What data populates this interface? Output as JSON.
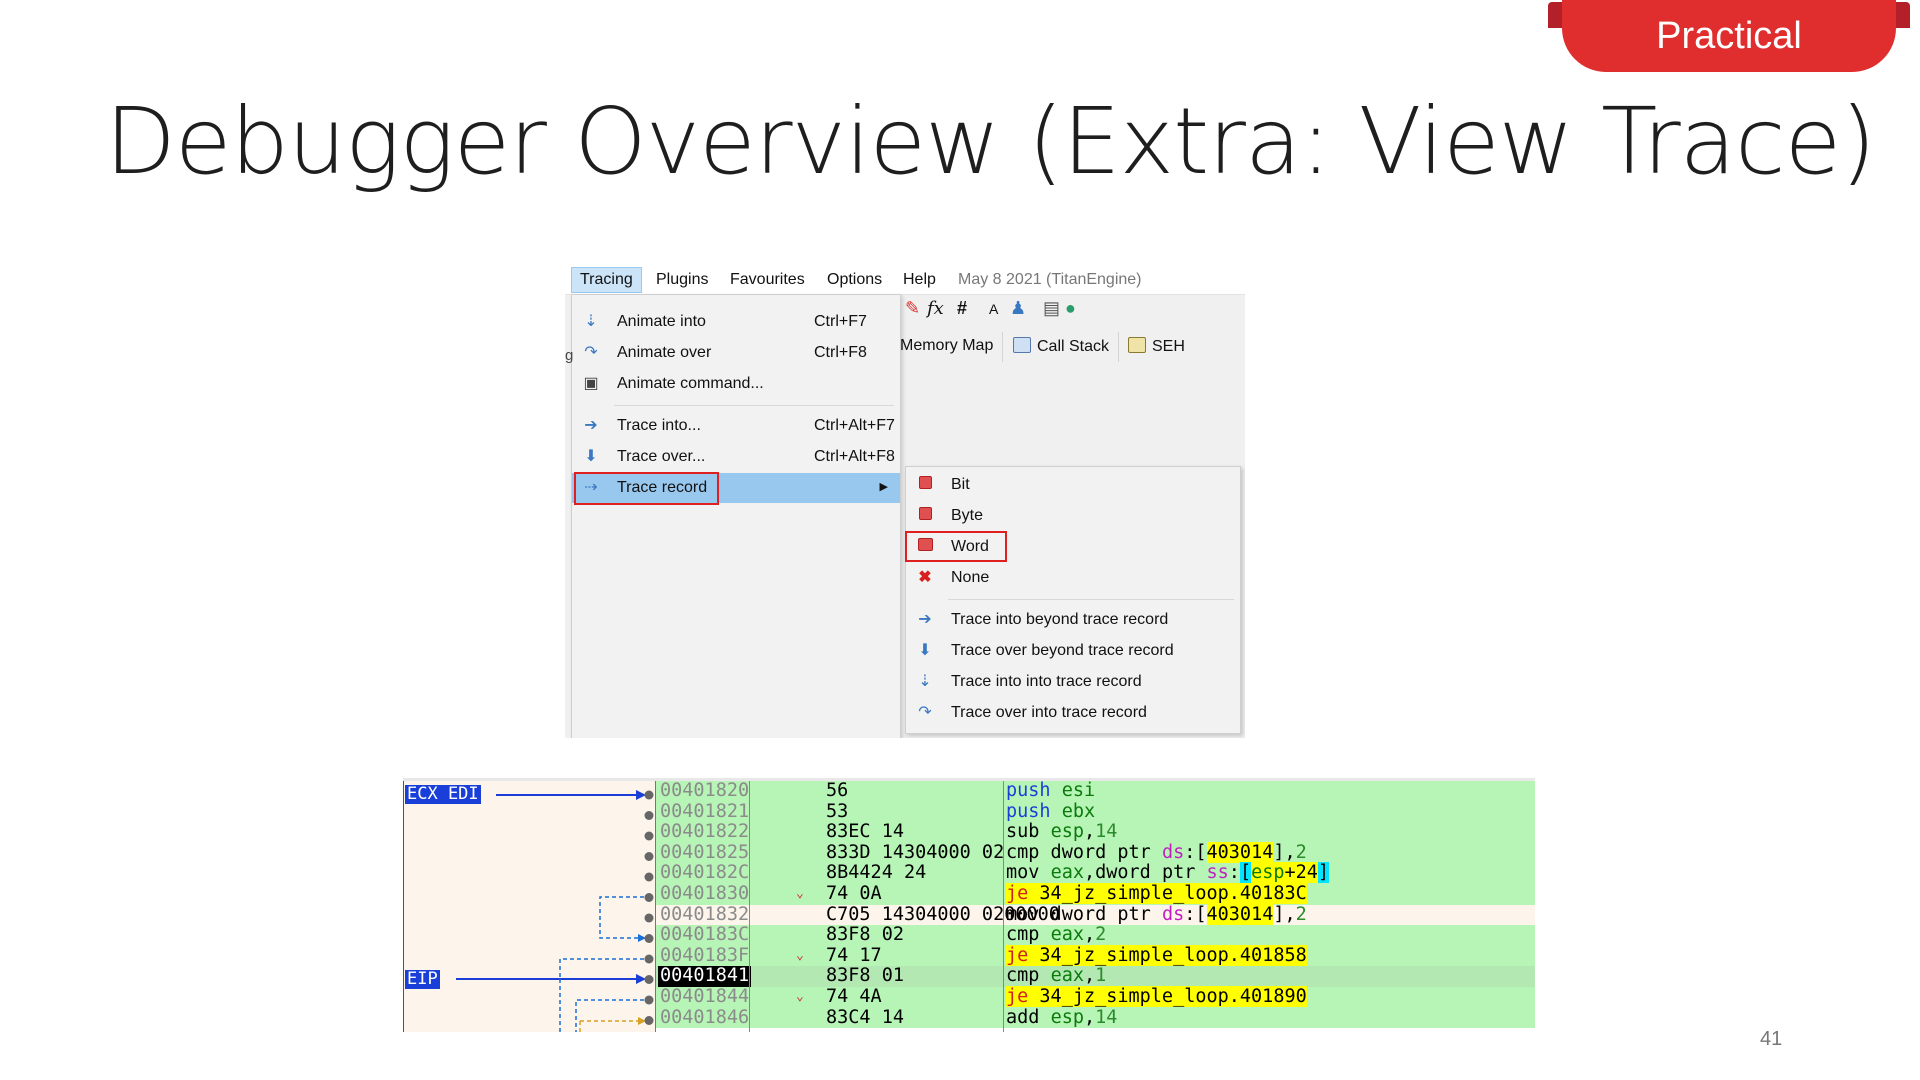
{
  "slide": {
    "badge": "Practical",
    "title": "Debugger Overview (Extra: View Trace)",
    "page_number": "41"
  },
  "debugger_menu": {
    "menubar": [
      {
        "label": "Tracing",
        "active": true
      },
      {
        "label": "Plugins"
      },
      {
        "label": "Favourites"
      },
      {
        "label": "Options"
      },
      {
        "label": "Help"
      }
    ],
    "build_info": "May 8 2021 (TitanEngine)",
    "toolbar_icons": [
      "bookmark-icon",
      "fx-icon",
      "hash-icon",
      "font-icon",
      "user-icon",
      "calculator-icon",
      "globe-icon"
    ],
    "toolbar_glyphs": {
      "fx": "fx",
      "hash": "#",
      "font": "A",
      "calc": "▤",
      "globe": "●"
    },
    "tabs": [
      {
        "label": "Memory Map",
        "icon": "memory-map-icon"
      },
      {
        "label": "Call Stack",
        "icon": "call-stack-icon"
      },
      {
        "label": "SEH",
        "icon": "seh-icon"
      }
    ],
    "tracing_menu": [
      {
        "label": "Animate into",
        "shortcut": "Ctrl+F7",
        "icon": "animate-into-icon"
      },
      {
        "label": "Animate over",
        "shortcut": "Ctrl+F8",
        "icon": "animate-over-icon"
      },
      {
        "label": "Animate command...",
        "shortcut": "",
        "icon": "animate-command-icon"
      },
      {
        "label": "Trace into...",
        "shortcut": "Ctrl+Alt+F7",
        "icon": "trace-into-icon"
      },
      {
        "label": "Trace over...",
        "shortcut": "Ctrl+Alt+F8",
        "icon": "trace-over-icon"
      },
      {
        "label": "Trace record",
        "shortcut": "",
        "icon": "trace-record-icon",
        "highlighted": true
      }
    ],
    "trace_record_submenu": [
      {
        "label": "Bit",
        "icon": "bit-icon"
      },
      {
        "label": "Byte",
        "icon": "byte-icon"
      },
      {
        "label": "Word",
        "icon": "word-icon",
        "boxed": true
      },
      {
        "label": "None",
        "icon": "none-icon"
      },
      {
        "label": "Trace into beyond trace record",
        "icon": "trace-into-beyond-icon"
      },
      {
        "label": "Trace over beyond trace record",
        "icon": "trace-over-beyond-icon"
      },
      {
        "label": "Trace into into trace record",
        "icon": "trace-into-into-icon"
      },
      {
        "label": "Trace over into trace record",
        "icon": "trace-over-into-icon"
      }
    ]
  },
  "disassembly": {
    "register_labels": [
      {
        "text": "ECX EDI",
        "row": 0
      },
      {
        "text": "EIP",
        "row": 9
      }
    ],
    "rows": [
      {
        "addr": "00401820",
        "bytes": "56",
        "asm": "push esi",
        "bg": "green"
      },
      {
        "addr": "00401821",
        "bytes": "53",
        "asm": "push ebx",
        "bg": "green"
      },
      {
        "addr": "00401822",
        "bytes": "83EC 14",
        "asm": "sub esp,14",
        "bg": "green"
      },
      {
        "addr": "00401825",
        "bytes": "833D 14304000 02",
        "asm": "cmp dword ptr ds:[403014],2",
        "bg": "green"
      },
      {
        "addr": "0040182C",
        "bytes": "8B4424 24",
        "asm": "mov eax,dword ptr ss:[esp+24]",
        "bg": "green"
      },
      {
        "addr": "00401830",
        "bytes": "74 0A",
        "asm": "je 34_jz_simple_loop.40183C",
        "bg": "green",
        "mark": "⌄"
      },
      {
        "addr": "00401832",
        "bytes": "C705 14304000 0200000",
        "asm": "mov dword ptr ds:[403014],2",
        "bg": "white"
      },
      {
        "addr": "0040183C",
        "bytes": "83F8 02",
        "asm": "cmp eax,2",
        "bg": "green"
      },
      {
        "addr": "0040183F",
        "bytes": "74 17",
        "asm": "je 34_jz_simple_loop.401858",
        "bg": "green",
        "mark": "⌄"
      },
      {
        "addr": "00401841",
        "bytes": "83F8 01",
        "asm": "cmp eax,1",
        "bg": "eip",
        "current": true
      },
      {
        "addr": "00401844",
        "bytes": "74 4A",
        "asm": "je 34_jz_simple_loop.401890",
        "bg": "green",
        "mark": "⌄"
      },
      {
        "addr": "00401846",
        "bytes": "83C4 14",
        "asm": "add esp,14",
        "bg": "green"
      }
    ]
  }
}
